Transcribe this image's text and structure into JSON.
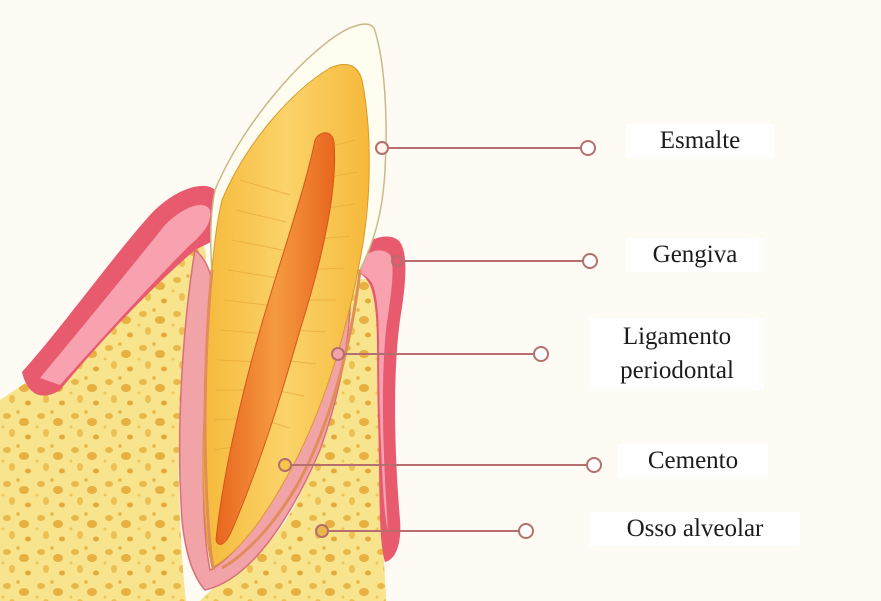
{
  "labels": {
    "esmalte": "Esmalte",
    "gengiva": "Gengiva",
    "ligamento_line1": "Ligamento",
    "ligamento_line2": "periodontal",
    "cemento": "Cemento",
    "osso": "Osso alveolar"
  },
  "colors": {
    "background": "#fdfbf3",
    "leader_line": "#b76e6e",
    "enamel": "#fffdf0",
    "dentin": "#f7c64a",
    "pulp": "#f07a2a",
    "gum": "#e85a6e",
    "bone": "#f7e48c",
    "ligament": "#f2a3a8"
  }
}
